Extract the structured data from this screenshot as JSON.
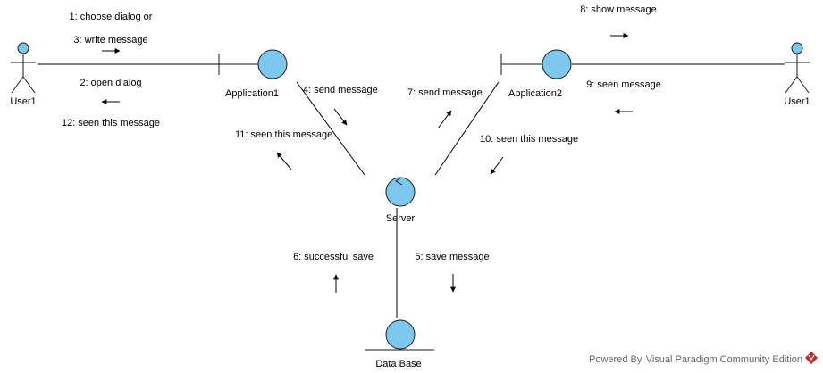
{
  "colors": {
    "node_fill": "#7ec8ef",
    "node_stroke": "#1a1a1a",
    "line": "#000000",
    "actor_fill": "#7ec8ef",
    "watermark_text": "#666666",
    "watermark_logo": "#c0282a"
  },
  "nodes": {
    "user_left": {
      "label": "User1",
      "kind": "actor"
    },
    "user_right": {
      "label": "User1",
      "kind": "actor"
    },
    "app1": {
      "label": "Application1",
      "kind": "boundary"
    },
    "app2": {
      "label": "Application2",
      "kind": "boundary"
    },
    "server": {
      "label": "Server",
      "kind": "control"
    },
    "database": {
      "label": "Data Base",
      "kind": "entity"
    }
  },
  "messages": {
    "m1": "1: choose dialog or",
    "m3": "3: write message",
    "m2": "2: open dialog",
    "m12": "12: seen this message",
    "m4": "4: send message",
    "m11": "11: seen this message",
    "m7": "7: send message",
    "m10": "10: seen this message",
    "m8": "8: show message",
    "m9": "9: seen message",
    "m6": "6: successful save",
    "m5": "5: save message"
  },
  "watermark": {
    "text": "Powered By  Visual Paradigm Community Edition",
    "logo_icon": "visual-paradigm-logo-icon"
  }
}
